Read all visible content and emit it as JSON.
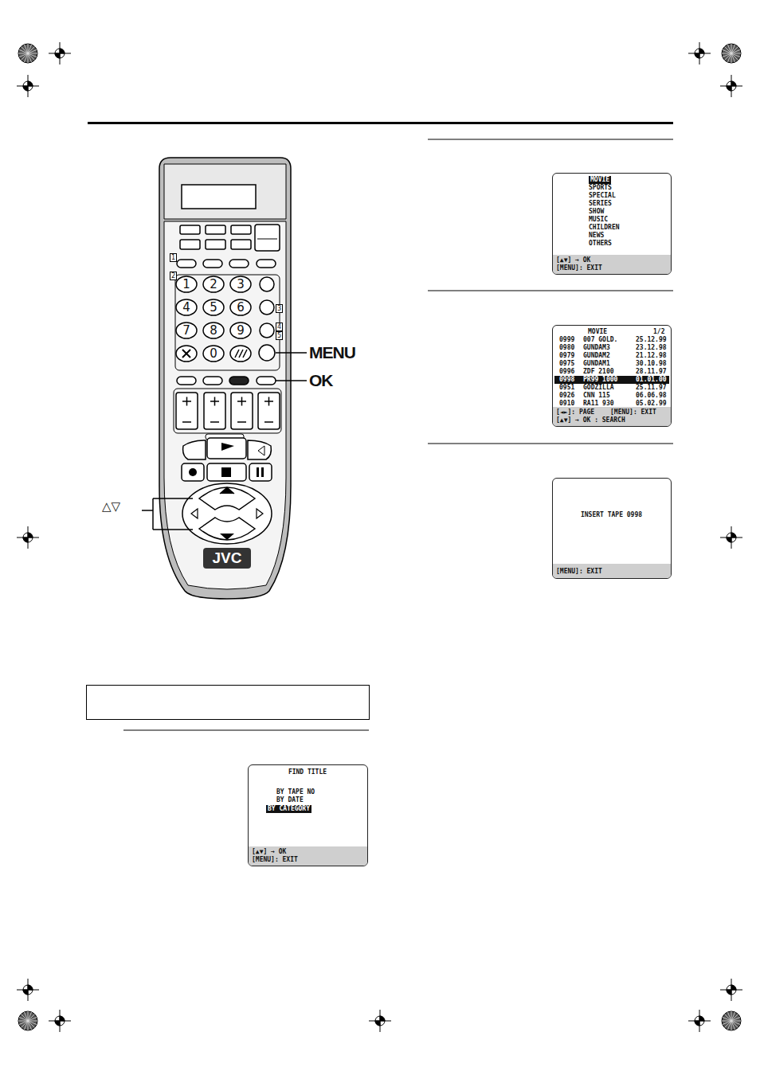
{
  "diagram": {
    "nodes": [
      {
        "text": [
          "MOVIE",
          "SPORTS",
          "SPECIAL",
          "SERIES",
          "SHOW",
          "MUSIC",
          "CHILDREN",
          "NEWS",
          "OTHERS",
          "[▲▼] → OK",
          "[MENU]: EXIT"
        ]
      },
      {
        "text": [
          "MOVIE",
          "1/2",
          "0999",
          "007 GOLD.",
          "25.12.99",
          "0980",
          "GUNDAM3",
          "23.12.98",
          "0979",
          "GUNDAM2",
          "21.12.98",
          "0975",
          "GUNDAM1",
          "30.10.98",
          "0996",
          "ZDF 2100",
          "28.11.97",
          "0998",
          "PR99 1000",
          "01.01.00",
          "0951",
          "GODZILLA",
          "25.11.97",
          "0926",
          "CNN 115",
          "06.06.98",
          "0910",
          "RA11 930",
          "05.02.99",
          "[◄►]: PAGE",
          "[MENU]: EXIT",
          "[▲▼] → OK : SEARCH"
        ]
      },
      {
        "text": [
          "INSERT TAPE 0998",
          "[MENU]: EXIT"
        ]
      },
      {
        "text": [
          "FIND TITLE",
          "BY TAPE NO",
          "BY DATE",
          "BY CATEGORY",
          "[▲▼] → OK",
          "[MENU]: EXIT"
        ]
      }
    ],
    "labels": [
      "MENU",
      "OK",
      "△▽",
      "1",
      "2",
      "3",
      "4",
      "5",
      "6",
      "7",
      "8",
      "9",
      "0",
      "JVC",
      "1",
      "2",
      "3",
      "4",
      "5"
    ]
  }
}
